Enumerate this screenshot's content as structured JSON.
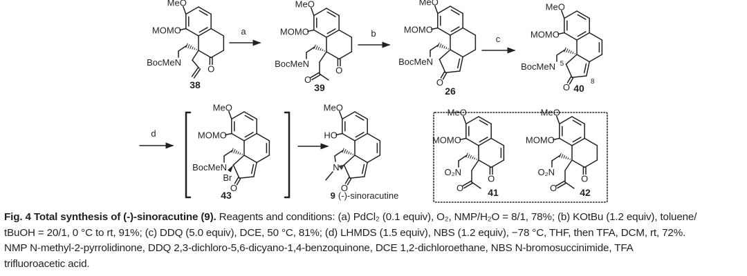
{
  "scheme": {
    "steps": {
      "a": "a",
      "b": "b",
      "c": "c",
      "d": "d"
    },
    "compounds": {
      "38": {
        "label": "38",
        "meo": "MeO",
        "oxy": "MOMO",
        "amine": "BocMeN",
        "ketone_o": "O"
      },
      "39": {
        "label": "39",
        "meo": "MeO",
        "oxy": "MOMO",
        "amine": "BocMeN",
        "ketone_o": "O",
        "side_o": "O"
      },
      "26": {
        "label": "26",
        "meo": "MeO",
        "oxy": "MOMO",
        "amine": "BocMeN",
        "ketone_o": "O"
      },
      "40": {
        "label": "40",
        "meo": "MeO",
        "oxy": "MOMO",
        "amine": "BocMeN",
        "ketone_o": "O",
        "locant_5": "5",
        "locant_8": "8"
      },
      "43": {
        "label": "43",
        "meo": "MeO",
        "oxy": "MOMO",
        "amine": "BocMeN",
        "ketone_o": "O",
        "br": "Br"
      },
      "9": {
        "label": "9",
        "name": "(-)-sinoracutine",
        "meo": "MeO",
        "oxy": "HO",
        "amine": "N",
        "ketone_o": "O"
      },
      "41": {
        "label": "41",
        "meo": "MeO",
        "oxy": "MOMO",
        "amine": "O₂N",
        "ketone_o": "O",
        "side_o": "O"
      },
      "42": {
        "label": "42",
        "meo": "MeO",
        "oxy": "MOMO",
        "amine": "O₂N",
        "ketone_o": "O",
        "side_o": "O"
      }
    }
  },
  "caption": {
    "title": "Fig. 4 Total synthesis of (-)-sinoracutine (9).",
    "line1": " Reagents and conditions: (a) PdCl₂ (0.1 equiv), O₂, NMP/H₂O = 8/1, 78%; (b) KOtBu (1.2 equiv), toluene/",
    "line2": "tBuOH = 20/1, 0 °C to rt, 91%; (c) DDQ (5.0 equiv), DCE, 50 °C, 81%; (d) LHMDS (1.5 equiv), NBS (1.2 equiv), −78 °C, THF, then TFA, DCM, rt, 72%.",
    "line3": "NMP N-methyl-2-pyrrolidinone, DDQ 2,3-dichloro-5,6-dicyano-1,4-benzoquinone, DCE 1,2-dichloroethane, NBS N-bromosuccinimide, TFA",
    "line4": "trifluoroacetic acid."
  }
}
